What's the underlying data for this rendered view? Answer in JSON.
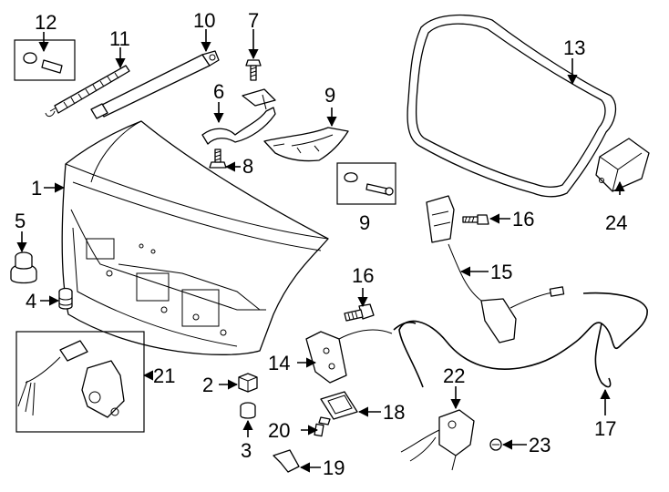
{
  "diagram": {
    "callouts": {
      "c1": "1",
      "c2": "2",
      "c3": "3",
      "c4": "4",
      "c5": "5",
      "c6": "6",
      "c7": "7",
      "c8": "8",
      "c9a": "9",
      "c9b": "9",
      "c10": "10",
      "c11": "11",
      "c12": "12",
      "c13": "13",
      "c14": "14",
      "c15": "15",
      "c16a": "16",
      "c16b": "16",
      "c17": "17",
      "c18": "18",
      "c19": "19",
      "c20": "20",
      "c21": "21",
      "c22": "22",
      "c23": "23",
      "c24": "24"
    }
  }
}
